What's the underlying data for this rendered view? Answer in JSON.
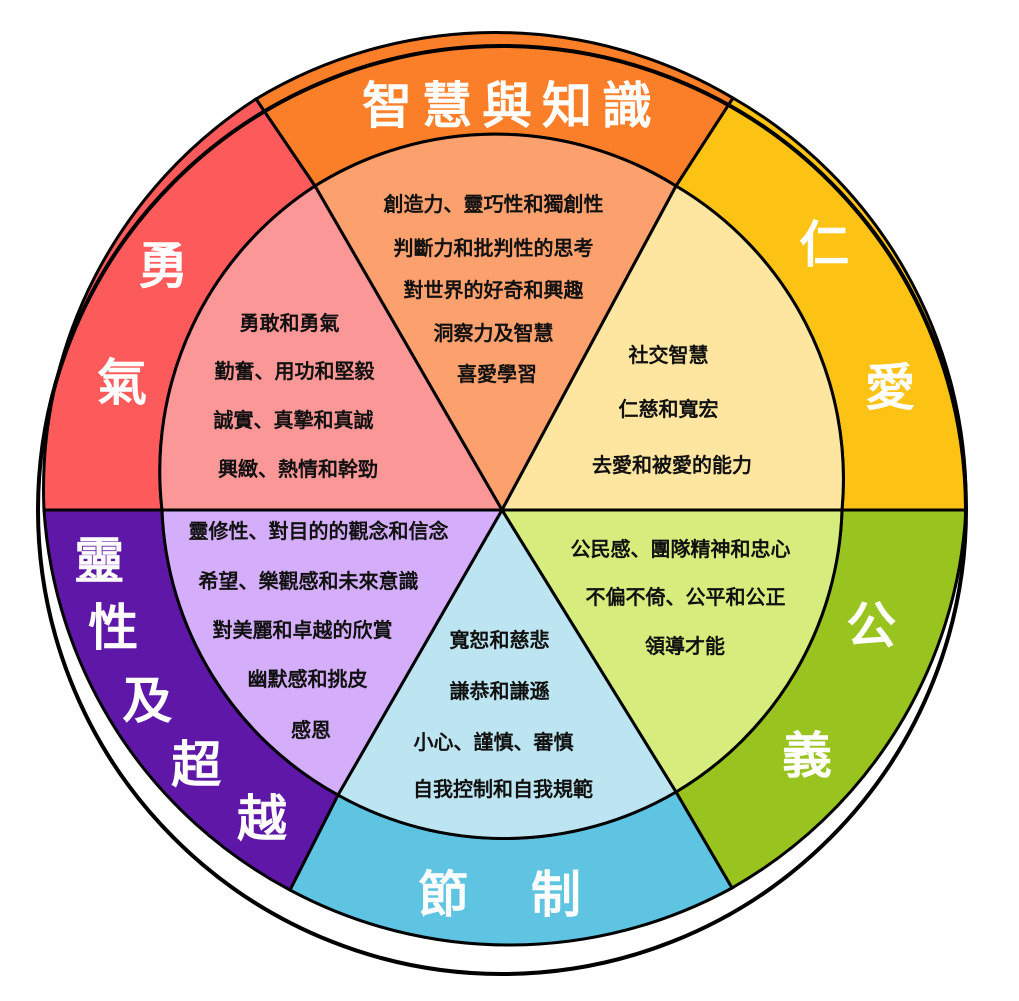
{
  "virtues": [
    {
      "id": "wisdom",
      "name": "智慧與知識",
      "outer_color": "#fb7e28",
      "inner_color": "#fca06e",
      "strengths": [
        "創造力、靈巧性和獨創性",
        "判斷力和批判性的思考",
        "對世界的好奇和興趣",
        "洞察力及智慧",
        "喜愛學習"
      ]
    },
    {
      "id": "humanity",
      "name": "仁愛",
      "outer_color": "#fcc314",
      "inner_color": "#fee6a0",
      "strengths": [
        "社交智慧",
        "仁慈和寬宏",
        "去愛和被愛的能力"
      ]
    },
    {
      "id": "justice",
      "name": "公義",
      "outer_color": "#99c31f",
      "inner_color": "#d6ec7c",
      "strengths": [
        "公民感、團隊精神和忠心",
        "不偏不倚、公平和公正",
        "領導才能"
      ]
    },
    {
      "id": "temperance",
      "name": "節制",
      "outer_color": "#5ec4e2",
      "inner_color": "#bce5f1",
      "strengths": [
        "寬恕和慈悲",
        "謙恭和謙遜",
        "小心、謹慎、審慎",
        "自我控制和自我規範"
      ]
    },
    {
      "id": "transcendence",
      "name": "靈性及超越",
      "outer_color": "#5e17a7",
      "inner_color": "#d5aefb",
      "strengths": [
        "靈修性、對目的的觀念和信念",
        "希望、樂觀感和未來意識",
        "對美麗和卓越的欣賞",
        "幽默感和挑皮",
        "感恩"
      ]
    },
    {
      "id": "courage",
      "name": "勇氣",
      "outer_color": "#fc5a5b",
      "inner_color": "#fc9797",
      "strengths": [
        "勇敢和勇氣",
        "勤奮、用功和堅毅",
        "誠實、真摯和真誠",
        "興緻、熱情和幹勁"
      ]
    }
  ]
}
